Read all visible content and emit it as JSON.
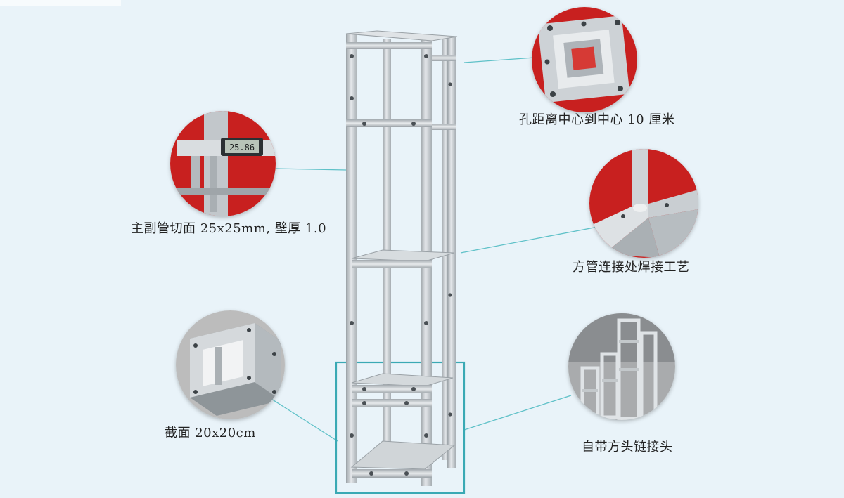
{
  "colors": {
    "background": "#e9f3f9",
    "connector_line": "#5fc1c8",
    "highlight_box": "#3aa9b4",
    "backdrop_red": "#c8201f",
    "aluminum": "#c9ced2"
  },
  "callouts": {
    "hole_spacing": "孔距离中心到中心 10 厘米",
    "tube_section": "主副管切面 25x25mm, 壁厚 1.0",
    "welding": "方管连接处焊接工艺",
    "cross_section": "截面 20x20cm",
    "connector": "自带方头链接头"
  },
  "caliper_reading": "25.86"
}
